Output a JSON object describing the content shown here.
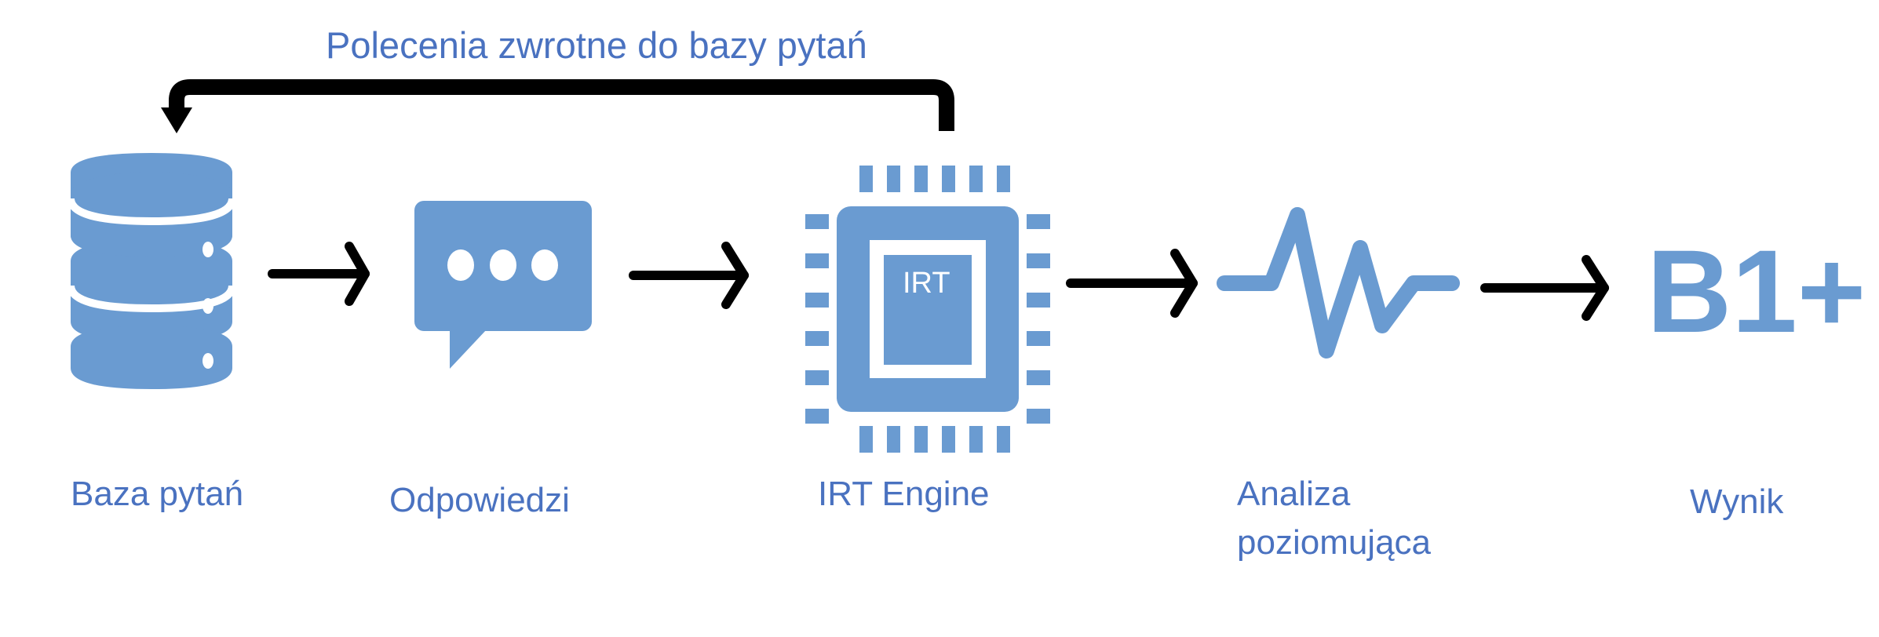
{
  "feedback": {
    "label": "Polecenia zwrotne do bazy pytań"
  },
  "colors": {
    "icon": "#6A9BD1",
    "text": "#4A72C0",
    "arrow": "#000000"
  },
  "steps": [
    {
      "id": "question-bank",
      "icon": "database-icon",
      "label": "Baza pytań"
    },
    {
      "id": "answers",
      "icon": "chat-bubble-icon",
      "label": "Odpowiedzi"
    },
    {
      "id": "irt-engine",
      "icon": "cpu-chip-icon",
      "chip_text": "IRT",
      "label": "IRT Engine"
    },
    {
      "id": "level-analysis",
      "icon": "pulse-icon",
      "label_lines": [
        "Analiza",
        "poziomująca"
      ]
    },
    {
      "id": "result",
      "icon": "grade-text",
      "grade": "B1+",
      "label": "Wynik"
    }
  ]
}
